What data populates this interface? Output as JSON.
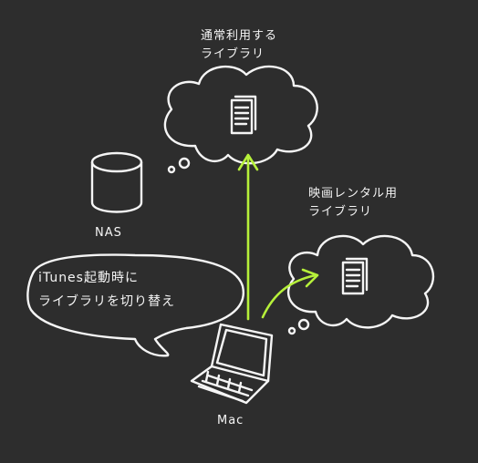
{
  "labels": {
    "top_cloud": [
      "通常利用する",
      "ライブラリ"
    ],
    "right_cloud": [
      "映画レンタル用",
      "ライブラリ"
    ],
    "nas": "NAS",
    "mac": "Mac"
  },
  "speech_bubble": [
    "iTunes起動時に",
    "ライブラリを切り替え"
  ],
  "colors": {
    "background": "#2d2d2d",
    "chalk": "#f5f5f5",
    "arrow": "#b6f03a"
  }
}
